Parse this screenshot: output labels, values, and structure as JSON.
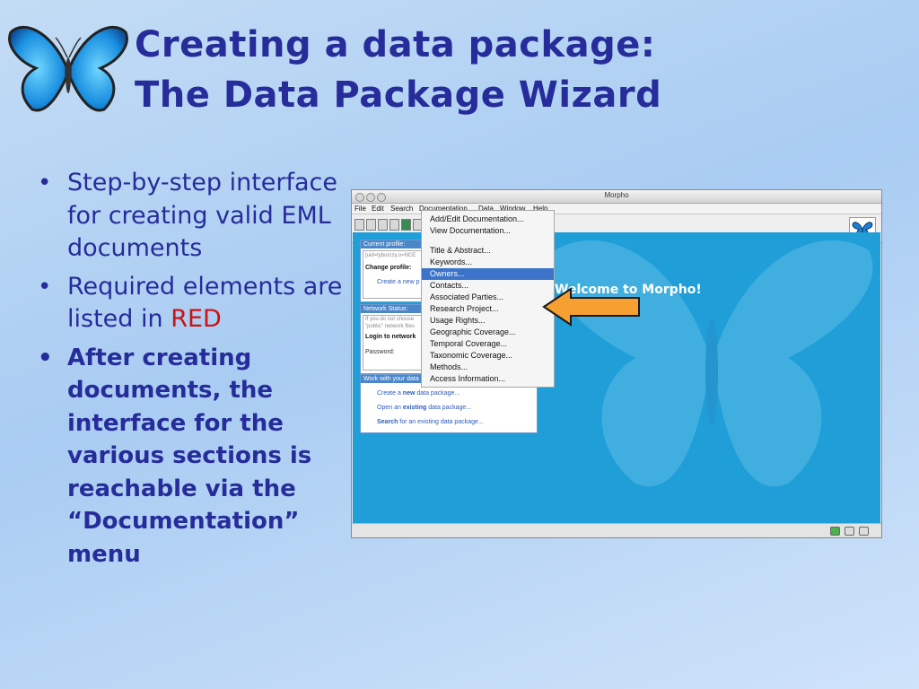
{
  "slide": {
    "title_line1": "Creating a data package:",
    "title_line2": "The Data Package Wizard",
    "bullets": [
      {
        "text": "Step-by-step interface for creating valid EML documents"
      },
      {
        "text_before": "Required elements are listed in ",
        "text_red": "RED"
      },
      {
        "text": "After creating documents, the interface for the various sections is reachable via the “Documentation” menu"
      }
    ]
  },
  "app": {
    "window_title": "Morpho",
    "menubar": [
      "File",
      "Edit",
      "Search",
      "Documentation",
      "Data",
      "Window",
      "Help"
    ],
    "welcome": "Welcome to Morpho!",
    "current_profile": {
      "header": "Current profile:",
      "uid": "[uid=tyburczy,o=NCE",
      "change_label": "Change profile:",
      "create_link": "Create a new p"
    },
    "network_status": {
      "header": "Network Status:",
      "line1": "If you do not choose",
      "line2": "\"public\" network files",
      "login_label": "Login to network",
      "password_label": "Password:"
    },
    "work_panel": {
      "header": "Work with your data",
      "create_prefix": "Create a ",
      "create_bold": "new",
      "create_suffix": " data package...",
      "open_prefix": "Open an ",
      "open_bold": "existing",
      "open_suffix": " data package...",
      "search_bold": "Search",
      "search_suffix": " for an existing data package..."
    },
    "documentation_menu": [
      "Add/Edit Documentation...",
      "View Documentation...",
      "Title & Abstract...",
      "Keywords...",
      "Owners...",
      "Contacts...",
      "Associated Parties...",
      "Research Project...",
      "Usage Rights...",
      "Geographic Coverage...",
      "Temporal Coverage...",
      "Taxonomic Coverage...",
      "Methods...",
      "Access Information..."
    ],
    "selected_menu_item": "Owners..."
  },
  "colors": {
    "title": "#262c9a",
    "red": "#cc1111",
    "morpho_blue": "#1f9ed8",
    "menu_highlight": "#3b74c9",
    "arrow": "#f5a030"
  },
  "icons": [
    "butterfly-logo",
    "arrow-pointer-icon"
  ]
}
